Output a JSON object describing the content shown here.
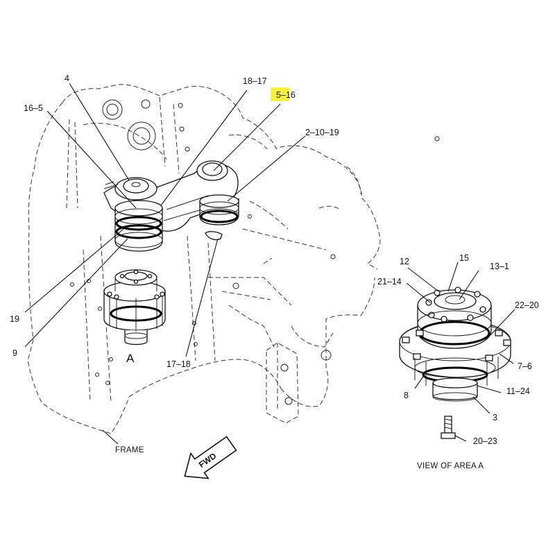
{
  "callouts": {
    "c4": "4",
    "c16_5": "16–5",
    "c18_17": "18–17",
    "c5_16": "5–16",
    "c2_10_19": "2–10–19",
    "c19": "19",
    "c9": "9",
    "c17_18": "17–18",
    "c12": "12",
    "c15": "15",
    "c13_1": "13–1",
    "c21_14": "21–14",
    "c22_20": "22–20",
    "c7_6": "7–6",
    "c8": "8",
    "c11_24": "11–24",
    "c3": "3",
    "c20_23": "20–23"
  },
  "labels": {
    "area_marker": "A",
    "frame": "FRAME",
    "fwd": "FWD",
    "view_caption": "VIEW OF AREA  A"
  },
  "highlight_color": "#fbf23a",
  "highlighted_callout": "5–16"
}
